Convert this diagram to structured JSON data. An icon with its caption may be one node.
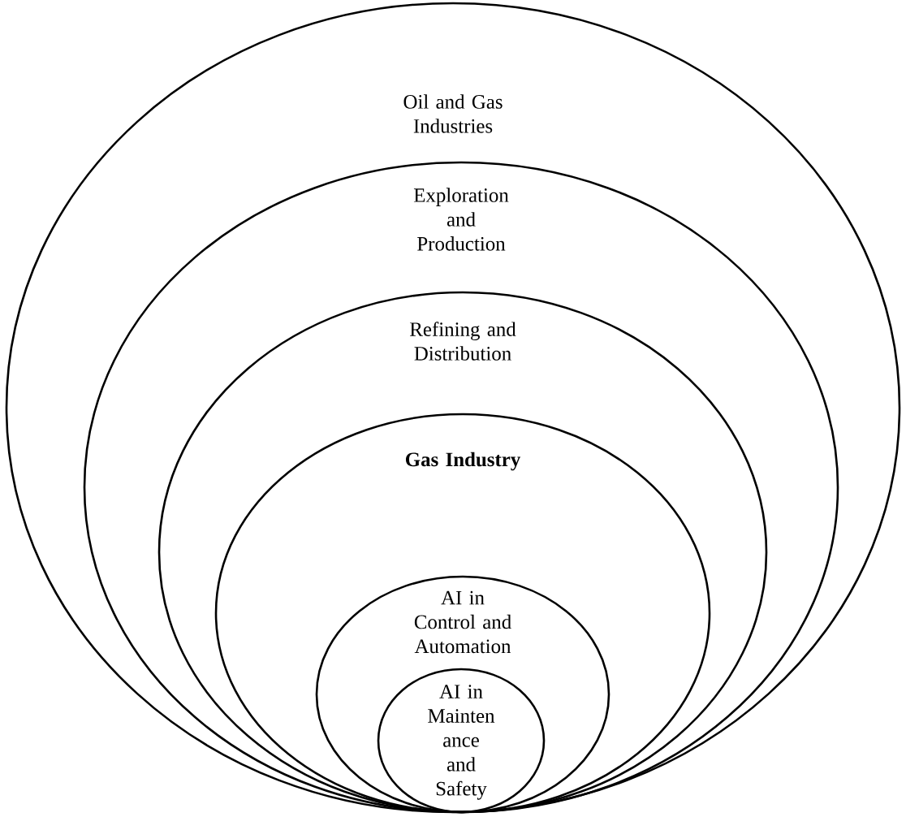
{
  "diagram": {
    "nodes": [
      {
        "text": [
          "Oil and Gas Industries"
        ]
      },
      {
        "text": [
          "Exploration and Production"
        ],
        "in": 0
      },
      {
        "text": [
          "Refining and Distribution"
        ],
        "in": 1
      },
      {
        "text": [
          "Gas Industry"
        ],
        "in": 2
      },
      {
        "text": [
          "AI in Control and Automation"
        ],
        "in": 3
      },
      {
        "text": [
          "AI in Mainten ance and Safety"
        ],
        "in": 4
      }
    ]
  }
}
